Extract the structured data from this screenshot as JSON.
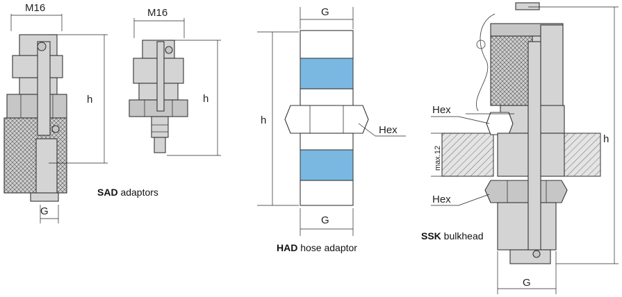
{
  "labels": {
    "m16_left": "M16",
    "m16_mid": "M16",
    "h_sad1": "h",
    "h_sad2": "h",
    "g_sad": "G",
    "g_had_top": "G",
    "g_had_bottom": "G",
    "h_had": "h",
    "hex_had": "Hex",
    "hex_ssk_upper": "Hex",
    "hex_ssk_lower": "Hex",
    "max12": "max.12",
    "h_ssk": "h",
    "g_ssk": "G"
  },
  "captions": {
    "sad_bold": "SAD",
    "sad_rest": " adaptors",
    "had_bold": "HAD",
    "had_rest": " hose adaptor",
    "ssk_bold": "SSK",
    "ssk_rest": " bulkhead"
  },
  "colors": {
    "highlight_blue": "#7ab8e2",
    "metal": "#d4d4d4",
    "line": "#333333"
  }
}
